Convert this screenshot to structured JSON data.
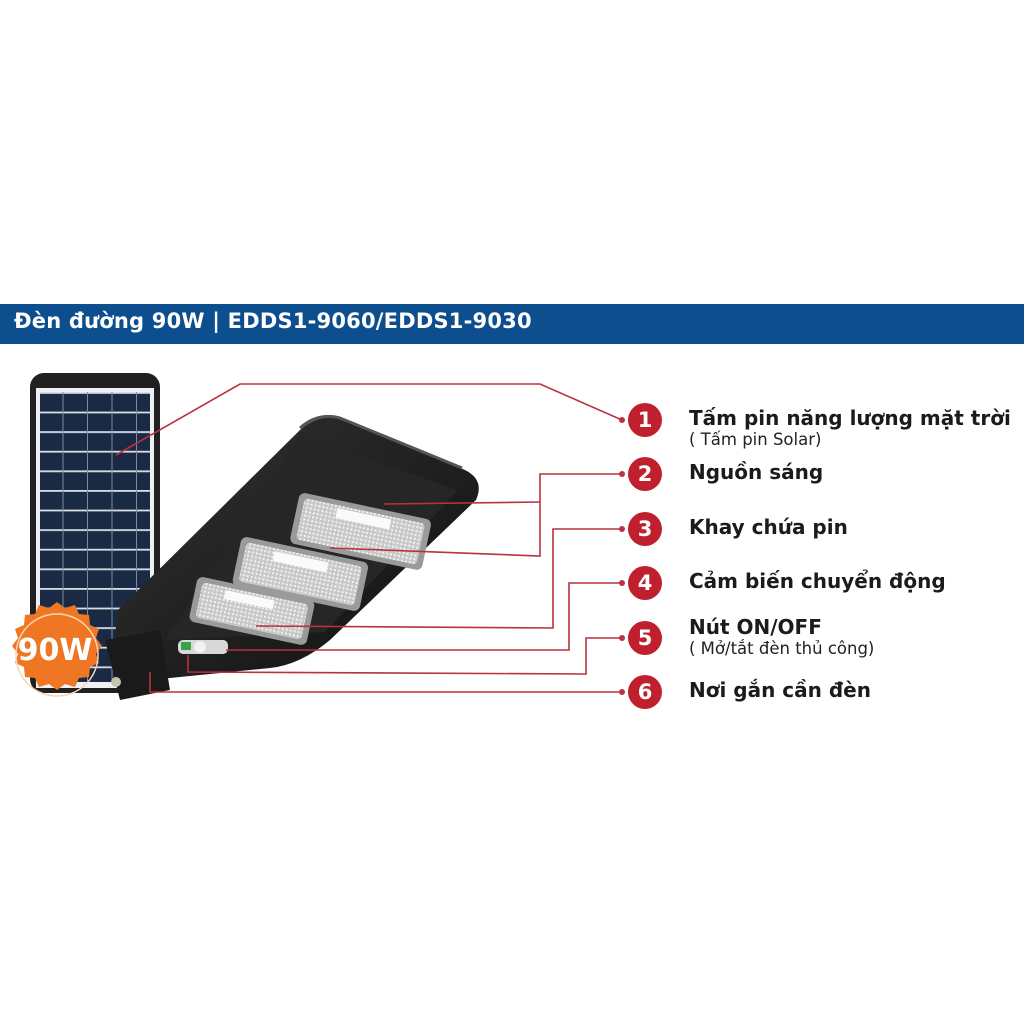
{
  "banner": {
    "title": "Đèn đường 90W | EDDS1-9060/EDDS1-9030",
    "background_color": "#0d4e8f"
  },
  "badge": {
    "text": "90W",
    "color": "#ef7622"
  },
  "callouts": [
    {
      "number": "1",
      "title": "Tấm pin năng lượng mặt trời",
      "subtitle": "( Tấm pin Solar)"
    },
    {
      "number": "2",
      "title": "Nguồn sáng"
    },
    {
      "number": "3",
      "title": "Khay chứa pin"
    },
    {
      "number": "4",
      "title": "Cảm biến chuyển động"
    },
    {
      "number": "5",
      "title": "Nút ON/OFF",
      "subtitle": "( Mở/tắt đèn thủ công)"
    },
    {
      "number": "6",
      "title": "Nơi gắn cần đèn"
    }
  ],
  "colors": {
    "accent_red": "#c0202e",
    "leader_line": "#b8323f",
    "product_body": "#1c1c1c"
  },
  "icons": {
    "solar_panel": "solar-panel-image",
    "street_lamp": "street-lamp-image"
  }
}
